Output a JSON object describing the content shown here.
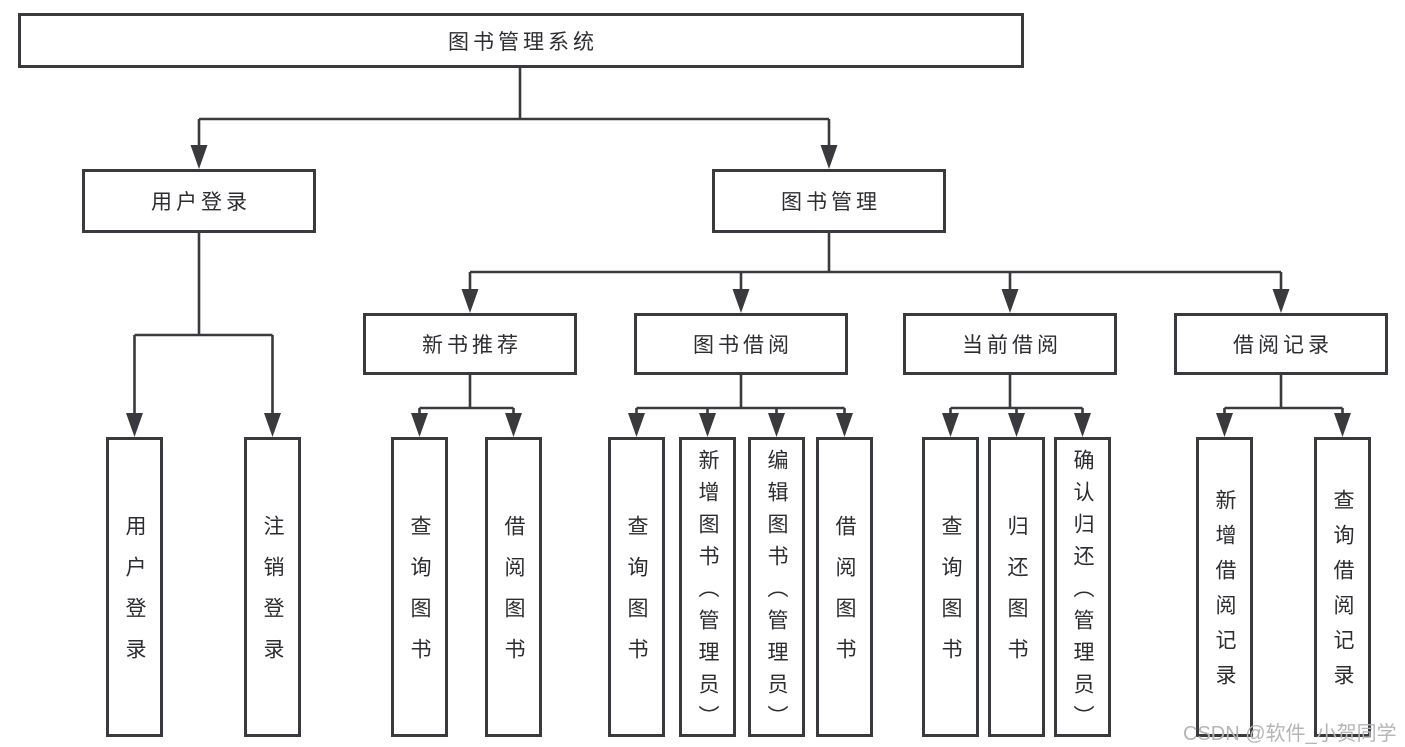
{
  "colors": {
    "line": "#3a3a3e",
    "text": "#2d2d31",
    "watermark": "#b5b5b5",
    "background": "#ffffff"
  },
  "diagram": {
    "root": {
      "label": "图书管理系统"
    },
    "level2": [
      {
        "label": "用户登录"
      },
      {
        "label": "图书管理"
      }
    ],
    "level3": [
      {
        "label": "新书推荐"
      },
      {
        "label": "图书借阅"
      },
      {
        "label": "当前借阅"
      },
      {
        "label": "借阅记录"
      }
    ],
    "leaves": [
      {
        "label": "用户登录",
        "parent": "用户登录"
      },
      {
        "label": "注销登录",
        "parent": "用户登录"
      },
      {
        "label": "查询图书",
        "parent": "新书推荐"
      },
      {
        "label": "借阅图书",
        "parent": "新书推荐"
      },
      {
        "label": "查询图书",
        "parent": "图书借阅"
      },
      {
        "label": "新增图书（管理员）",
        "parent": "图书借阅"
      },
      {
        "label": "编辑图书（管理员）",
        "parent": "图书借阅"
      },
      {
        "label": "借阅图书",
        "parent": "图书借阅"
      },
      {
        "label": "查询图书",
        "parent": "当前借阅"
      },
      {
        "label": "归还图书",
        "parent": "当前借阅"
      },
      {
        "label": "确认归还（管理员）",
        "parent": "当前借阅"
      },
      {
        "label": "新增借阅记录",
        "parent": "借阅记录"
      },
      {
        "label": "查询借阅记录",
        "parent": "借阅记录"
      }
    ]
  },
  "watermark": {
    "text": "CSDN @软件_小贺同学"
  }
}
